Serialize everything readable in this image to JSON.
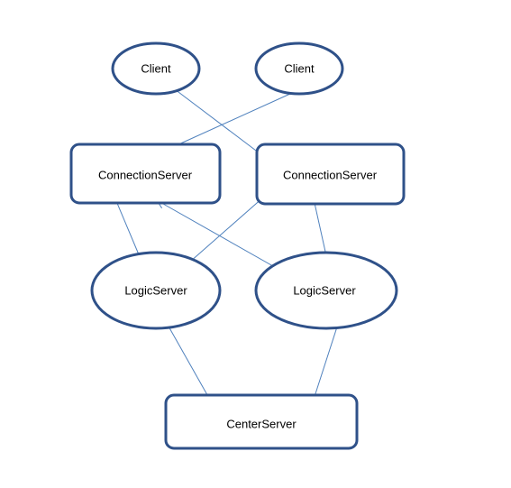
{
  "diagram": {
    "nodes": {
      "client_left": {
        "label": "Client",
        "shape": "ellipse"
      },
      "client_right": {
        "label": "Client",
        "shape": "ellipse"
      },
      "connection_left": {
        "label": "ConnectionServer",
        "shape": "rounded-rect"
      },
      "connection_right": {
        "label": "ConnectionServer",
        "shape": "rounded-rect"
      },
      "logic_left": {
        "label": "LogicServer",
        "shape": "ellipse"
      },
      "logic_right": {
        "label": "LogicServer",
        "shape": "ellipse"
      },
      "center": {
        "label": "CenterServer",
        "shape": "rounded-rect"
      }
    },
    "edges": [
      {
        "from": "client_left",
        "to": "connection_right"
      },
      {
        "from": "client_right",
        "to": "connection_left"
      },
      {
        "from": "logic_left",
        "to": "connection_left"
      },
      {
        "from": "logic_left",
        "to": "connection_right"
      },
      {
        "from": "logic_right",
        "to": "connection_left"
      },
      {
        "from": "logic_right",
        "to": "connection_right"
      },
      {
        "from": "logic_left",
        "to": "center"
      },
      {
        "from": "logic_right",
        "to": "center"
      }
    ],
    "colors": {
      "node_border": "#2f5189",
      "edge": "#4f81bd",
      "text": "#000000"
    }
  }
}
